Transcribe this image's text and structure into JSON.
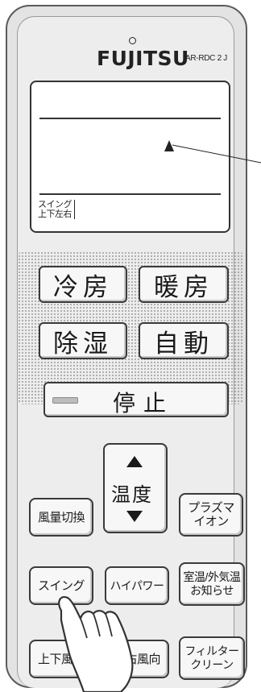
{
  "brand": {
    "name": "FUJITSU",
    "model": "AR-RDC 2 J"
  },
  "display": {
    "label_line1": "スイング",
    "label_line2": "上下左右"
  },
  "mode_buttons": {
    "cool": "冷房",
    "heat": "暖房",
    "dry": "除湿",
    "auto": "自動"
  },
  "stop_button": {
    "label": "停止"
  },
  "temp_button": {
    "label": "温度"
  },
  "side_buttons": {
    "fan_speed": "風量切換",
    "plasma_ion_line1": "プラズマ",
    "plasma_ion_line2": "イオン"
  },
  "row_buttons": {
    "swing": "スイング",
    "high_power": "ハイパワー",
    "temp_notice_line1": "室温/外気温",
    "temp_notice_line2": "お知らせ"
  },
  "bottom_buttons": {
    "vertical_airflow": "上下風向",
    "horizontal_airflow": "左右風向",
    "filter_clean_line1": "フィルター",
    "filter_clean_line2": "クリーン"
  },
  "colors": {
    "body": "#e3e3e3",
    "outline": "#3a3a3a",
    "display_bg": "#ffffff"
  }
}
